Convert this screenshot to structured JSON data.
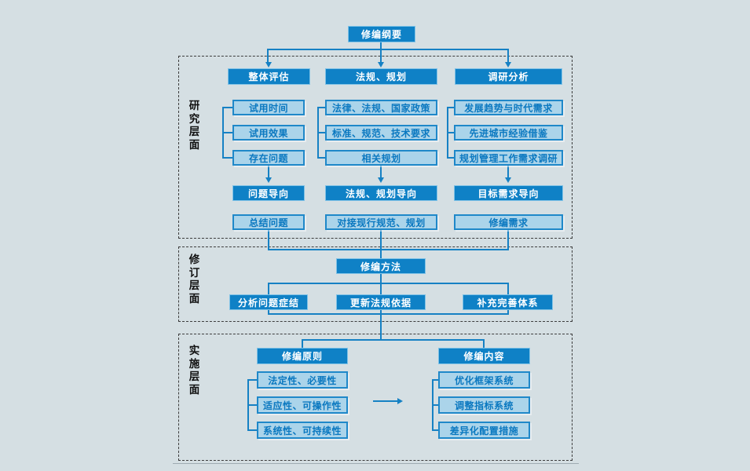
{
  "diagram": {
    "root": "修编纲要",
    "research": {
      "label": "研究层面",
      "columns": [
        {
          "header": "整体评估",
          "items": [
            "试用时间",
            "试用效果",
            "存在问题"
          ],
          "direction": "问题导向",
          "result": "总结问题"
        },
        {
          "header": "法规、规划",
          "items": [
            "法律、法规、国家政策",
            "标准、规范、技术要求",
            "相关规划"
          ],
          "direction": "法规、规划导向",
          "result": "对接现行规范、规划"
        },
        {
          "header": "调研分析",
          "items": [
            "发展趋势与时代需求",
            "先进城市经验借鉴",
            "规划管理工作需求调研"
          ],
          "direction": "目标需求导向",
          "result": "修编需求"
        }
      ]
    },
    "revision": {
      "label": "修订层面",
      "method": "修编方法",
      "actions": [
        "分析问题症结",
        "更新法规依据",
        "补充完善体系"
      ]
    },
    "implementation": {
      "label": "实施层面",
      "principles": {
        "header": "修编原则",
        "items": [
          "法定性、必要性",
          "适应性、可操作性",
          "系统性、可持续性"
        ]
      },
      "contents": {
        "header": "修编内容",
        "items": [
          "优化框架系统",
          "调整指标系统",
          "差异化配置措施"
        ]
      }
    },
    "colors": {
      "background": "#d5dfe3",
      "dark_box_fill": "#0f81c6",
      "dark_box_border": "#7fc2e6",
      "light_box_fill": "#abd4ea",
      "light_box_border": "#1f88c9",
      "light_box_text": "#0a78c0",
      "connector_line": "#1681c4",
      "dashed_border": "#3c3c3c"
    }
  }
}
